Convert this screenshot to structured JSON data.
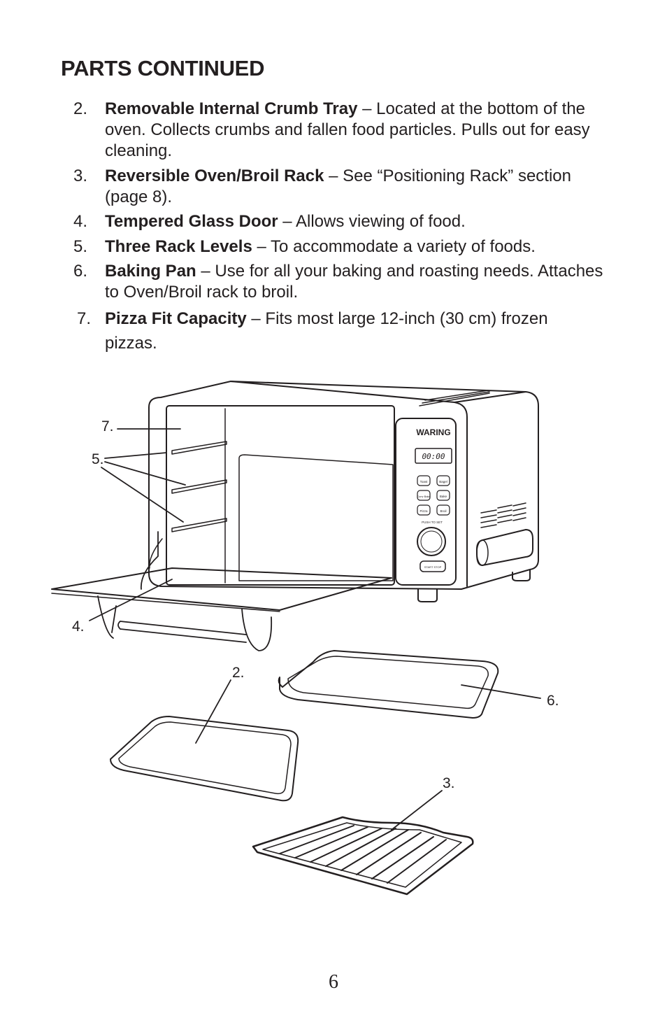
{
  "heading": "PARTS CONTINUED",
  "items": [
    {
      "number": "2.",
      "term": "Removable Internal Crumb Tray",
      "desc": " – Located at the bottom of the oven. Collects crumbs and fallen food particles. Pulls out for easy cleaning."
    },
    {
      "number": "3.",
      "term": "Reversible Oven/Broil Rack",
      "desc": " – See “Positioning Rack” section (page 8)."
    },
    {
      "number": "4.",
      "term": "Tempered Glass Door",
      "desc": " – Allows viewing of food."
    },
    {
      "number": "5.",
      "term": "Three Rack Levels",
      "desc": " – To accommodate a variety of foods."
    },
    {
      "number": "6.",
      "term": "Baking Pan",
      "desc": " – Use for all your baking and roasting needs. Attaches to Oven/Broil rack to broil."
    },
    {
      "number": "7.",
      "term": "Pizza Fit Capacity",
      "desc": " – Fits most large 12-inch (30 cm) frozen pizzas."
    }
  ],
  "illustration": {
    "brand": "WARING",
    "display": "00:00",
    "buttons": [
      "Toast",
      "Bagel",
      "Conv Bake",
      "Bake",
      "Pizza",
      "Broil"
    ],
    "knob_label": "PUSH TO SET",
    "start_stop": "START STOP",
    "callouts": {
      "c7": "7.",
      "c5": "5.",
      "c4": "4.",
      "c2": "2.",
      "c6": "6.",
      "c3": "3."
    }
  },
  "page_number": "6"
}
